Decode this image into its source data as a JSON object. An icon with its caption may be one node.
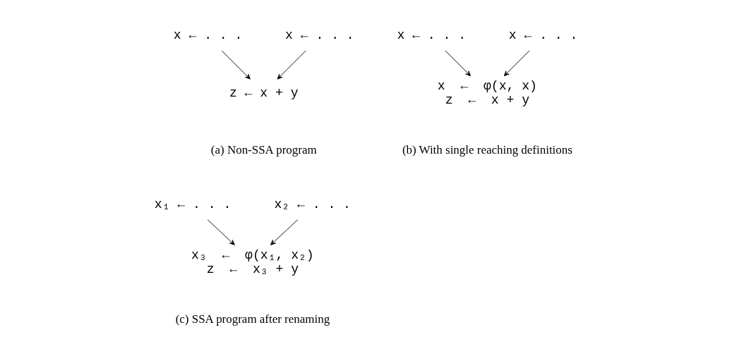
{
  "diagram": {
    "nodes": [
      {
        "text": [
          "x ← . . ."
        ]
      },
      {
        "text": [
          "x ← . . ."
        ]
      },
      {
        "text": [
          "z ← x + y"
        ]
      },
      {
        "text": [
          "x ← . . ."
        ]
      },
      {
        "text": [
          "x ← . . ."
        ]
      },
      {
        "text": [
          "x  ←  φ(x, x)",
          "z  ←  x + y"
        ]
      },
      {
        "text": [
          "x₁ ← . . ."
        ]
      },
      {
        "text": [
          "x₂ ← . . ."
        ]
      },
      {
        "text": [
          "x₃  ←  φ(x₁, x₂)",
          "z  ←  x₃ + y"
        ]
      }
    ],
    "edges": [
      {
        "from": 0,
        "to": 2,
        "arrow": "to"
      },
      {
        "from": 1,
        "to": 2,
        "arrow": "to"
      },
      {
        "from": 3,
        "to": 5,
        "arrow": "to"
      },
      {
        "from": 4,
        "to": 5,
        "arrow": "to"
      },
      {
        "from": 6,
        "to": 8,
        "arrow": "to"
      },
      {
        "from": 7,
        "to": 8,
        "arrow": "to"
      }
    ],
    "labels": [
      "(a) Non-SSA program",
      "(b) With single reaching definitions",
      "(c) SSA program after renaming"
    ]
  }
}
